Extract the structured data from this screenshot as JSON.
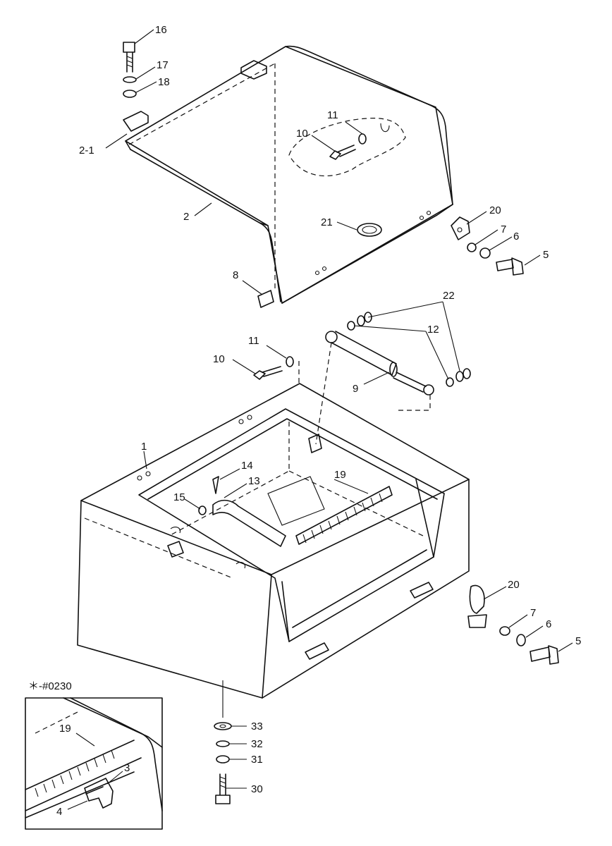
{
  "inset": {
    "note": "＊-#0230"
  },
  "callouts": [
    {
      "id": "c16",
      "text": "16"
    },
    {
      "id": "c17",
      "text": "17"
    },
    {
      "id": "c18",
      "text": "18"
    },
    {
      "id": "c2-1",
      "text": "2-1"
    },
    {
      "id": "c2",
      "text": "2"
    },
    {
      "id": "c11a",
      "text": "11"
    },
    {
      "id": "c10a",
      "text": "10"
    },
    {
      "id": "c21",
      "text": "21"
    },
    {
      "id": "c8",
      "text": "8"
    },
    {
      "id": "c20a",
      "text": "20"
    },
    {
      "id": "c7a",
      "text": "7"
    },
    {
      "id": "c6a",
      "text": "6"
    },
    {
      "id": "c5a",
      "text": "5"
    },
    {
      "id": "c22",
      "text": "22"
    },
    {
      "id": "c12",
      "text": "12"
    },
    {
      "id": "c11b",
      "text": "11"
    },
    {
      "id": "c10b",
      "text": "10"
    },
    {
      "id": "c9",
      "text": "9"
    },
    {
      "id": "c1",
      "text": "1"
    },
    {
      "id": "c14",
      "text": "14"
    },
    {
      "id": "c13",
      "text": "13"
    },
    {
      "id": "c19a",
      "text": "19"
    },
    {
      "id": "c15",
      "text": "15"
    },
    {
      "id": "c20b",
      "text": "20"
    },
    {
      "id": "c7b",
      "text": "7"
    },
    {
      "id": "c6b",
      "text": "6"
    },
    {
      "id": "c5b",
      "text": "5"
    },
    {
      "id": "c33",
      "text": "33"
    },
    {
      "id": "c32",
      "text": "32"
    },
    {
      "id": "c31",
      "text": "31"
    },
    {
      "id": "c30",
      "text": "30"
    },
    {
      "id": "c19b",
      "text": "19"
    },
    {
      "id": "c3",
      "text": "3"
    },
    {
      "id": "c4",
      "text": "4"
    }
  ]
}
